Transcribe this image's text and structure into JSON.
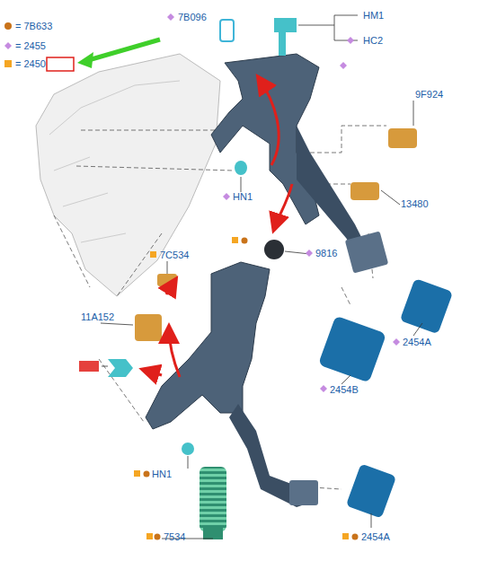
{
  "diagram": {
    "labels": [
      "7B096",
      "HM1",
      "HC2",
      "9F924",
      "HN1",
      "13480",
      "9816",
      "7C534",
      "11A152",
      "2454A",
      "2454B",
      "HN1",
      "7534",
      "2454A"
    ],
    "legend": [
      {
        "text": "= 7B633"
      },
      {
        "text": "= 2455"
      },
      {
        "text": "= 2450"
      }
    ]
  }
}
